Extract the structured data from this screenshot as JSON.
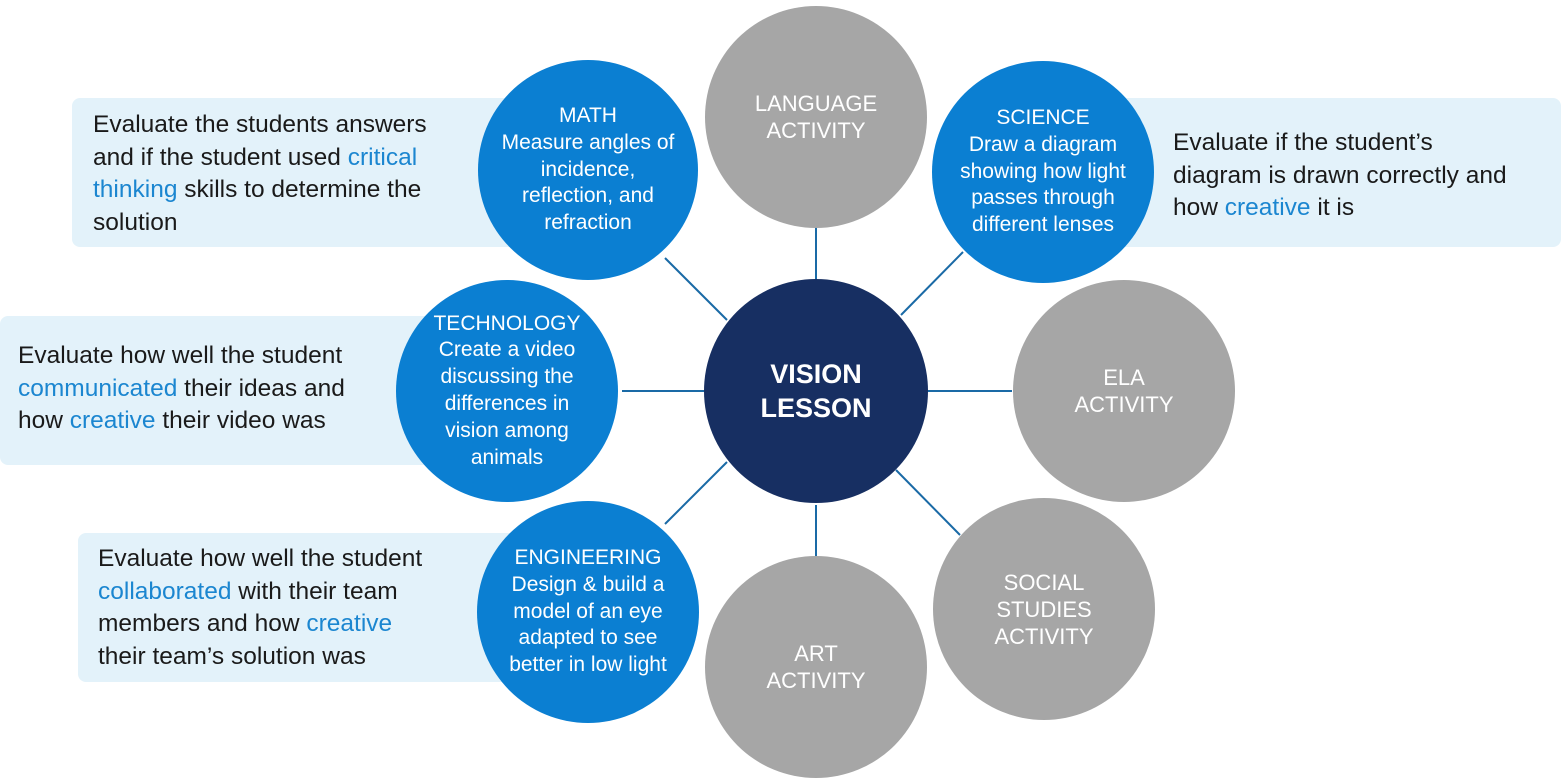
{
  "center": {
    "line1": "VISION",
    "line2": "LESSON"
  },
  "activities": {
    "math": {
      "title": "MATH",
      "desc": "Measure angles of incidence, reflection, and refraction"
    },
    "technology": {
      "title": "TECHNOLOGY",
      "desc": "Create a video discussing the differences in vision among animals"
    },
    "engineering": {
      "title": "ENGINEERING",
      "desc": "Design & build a model of an eye adapted to see better in low light"
    },
    "science": {
      "title": "SCIENCE",
      "desc": "Draw a diagram showing how light passes through different lenses"
    },
    "language": {
      "line1": "LANGUAGE",
      "line2": "ACTIVITY"
    },
    "ela": {
      "line1": "ELA",
      "line2": "ACTIVITY"
    },
    "social_studies": {
      "line1": "SOCIAL",
      "line2": "STUDIES",
      "line3": "ACTIVITY"
    },
    "art": {
      "line1": "ART",
      "line2": "ACTIVITY"
    }
  },
  "notes": {
    "math": {
      "l1": "Evaluate the students answers",
      "l2a": "and if the student used ",
      "l2b": "critical",
      "l3a": "thinking",
      "l3b": " skills to determine the",
      "l4": "solution"
    },
    "technology": {
      "l1": "Evaluate how well the student",
      "l2a": "communicated",
      "l2b": " their ideas and",
      "l3a": "how ",
      "l3b": "creative",
      "l3c": " their video was"
    },
    "engineering": {
      "l1": "Evaluate how well the student",
      "l2a": "collaborated",
      "l2b": " with their team",
      "l3a": "members and how ",
      "l3b": "creative",
      "l4": "their team’s solution was"
    },
    "science": {
      "l1": "Evaluate if the student’s",
      "l2": "diagram is drawn correctly and",
      "l3a": "how ",
      "l3b": "creative",
      "l3c": " it is"
    }
  },
  "colors": {
    "blue_circle": "#0b7fd2",
    "gray_circle": "#a6a6a6",
    "center_circle": "#172f62",
    "note_bg": "#e3f2fa",
    "highlight": "#1b86d0",
    "connector": "#1a6aa6"
  }
}
